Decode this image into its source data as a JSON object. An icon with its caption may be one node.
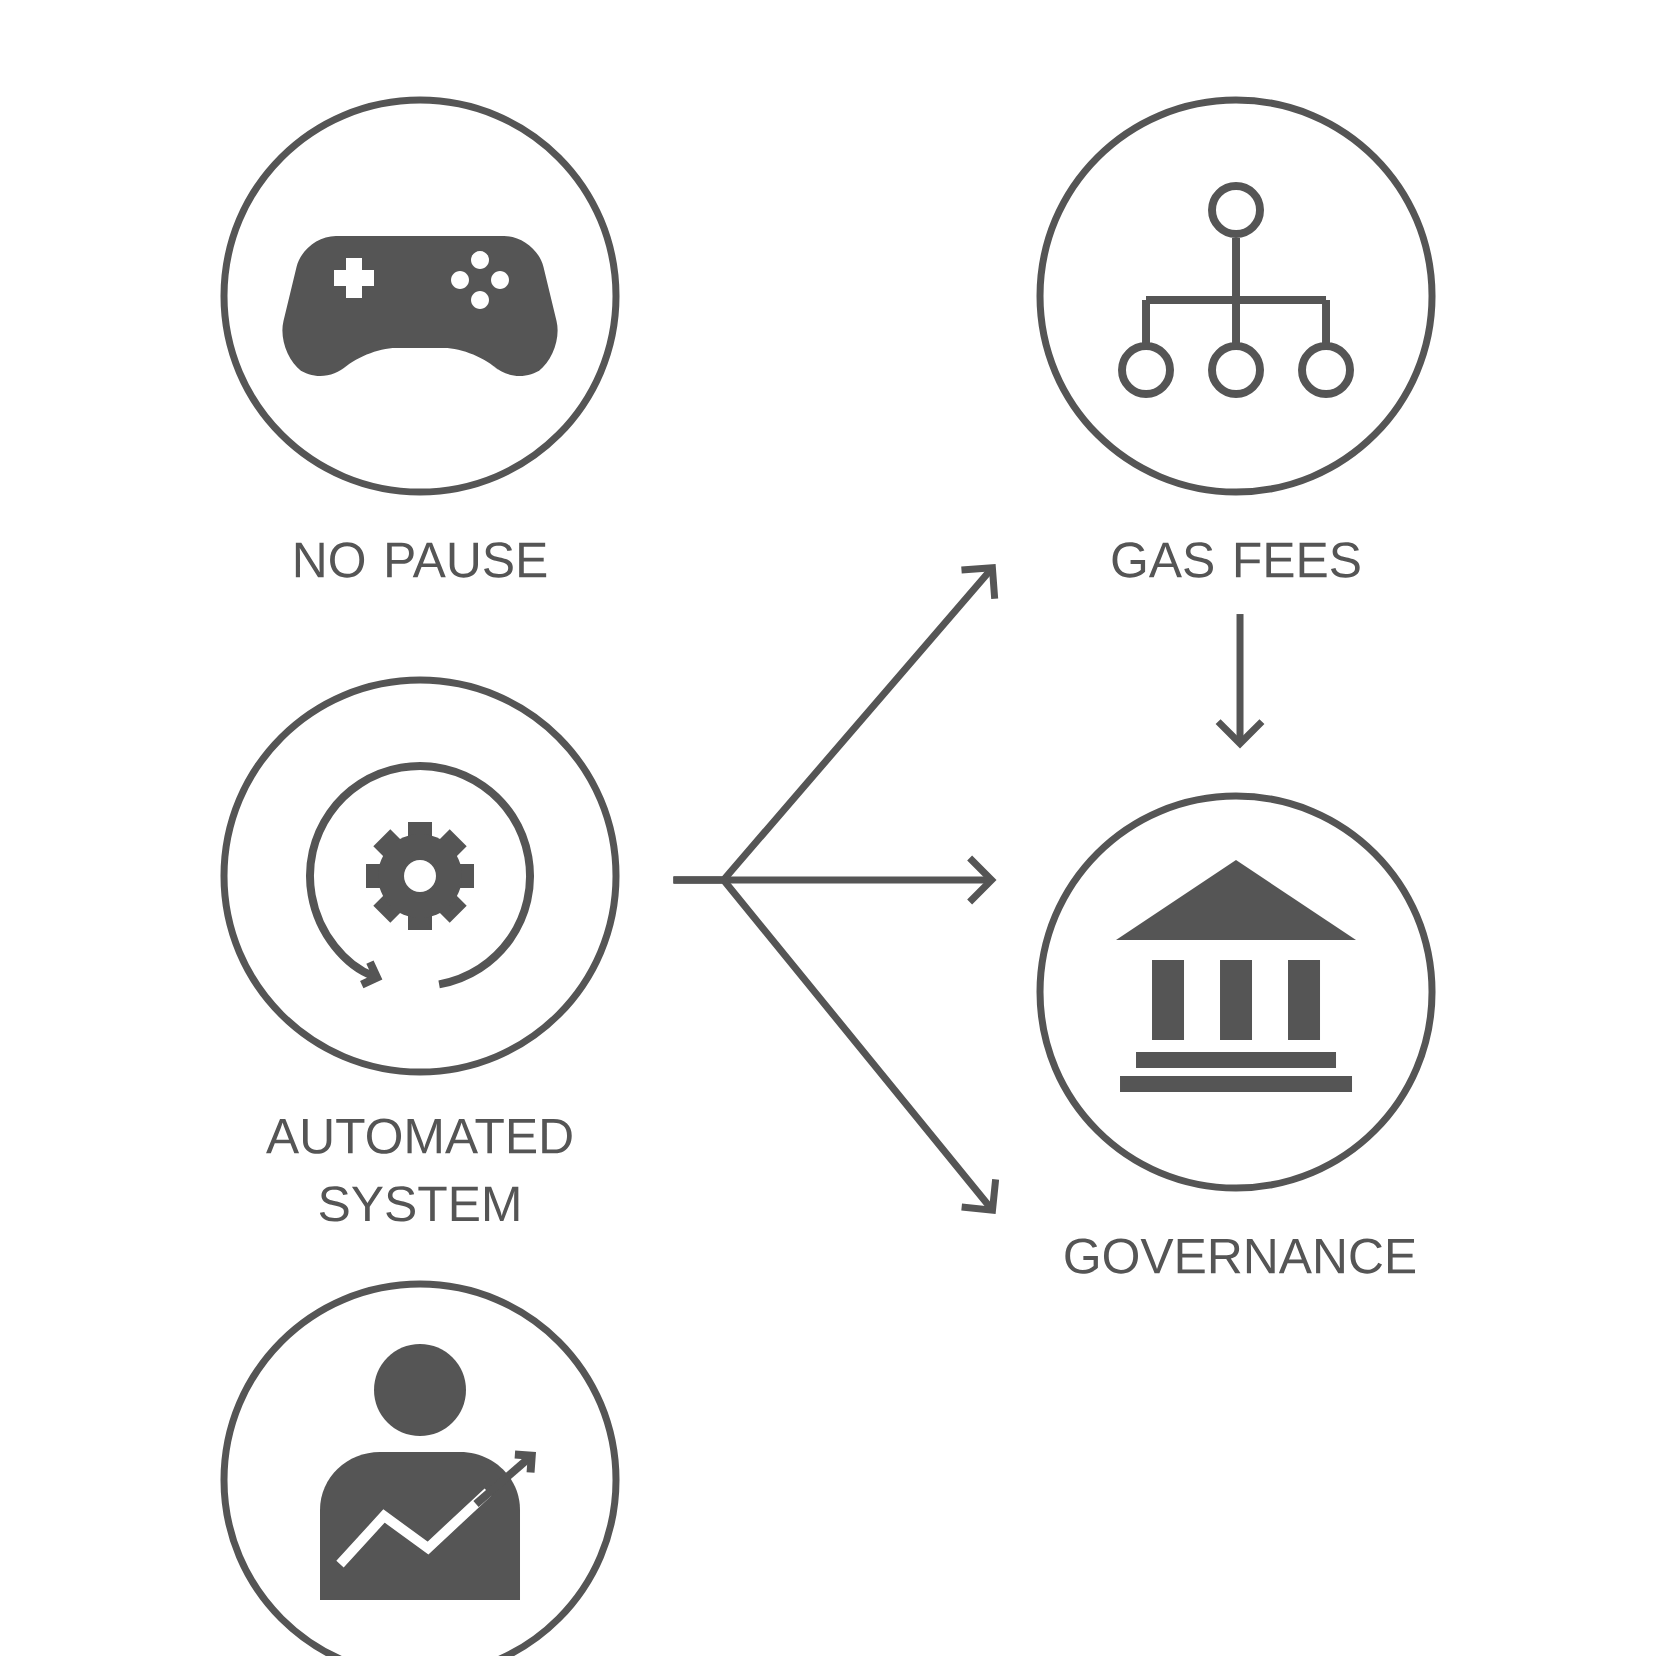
{
  "diagram": {
    "nodes": [
      {
        "text": [
          "NO PAUSE"
        ]
      },
      {
        "text": [
          "GAS FEES"
        ]
      },
      {
        "text": [
          "AUTOMATED SYSTEM"
        ]
      },
      {
        "text": [
          "GOVERNANCE"
        ]
      },
      {
        "text": [],
        "shape": "circle"
      }
    ],
    "edges": [
      {
        "from": 2,
        "to": 1,
        "arrow": "to"
      },
      {
        "from": 2,
        "to": 3,
        "arrow": "to"
      },
      {
        "from": 2,
        "to": 3,
        "arrow": "to"
      },
      {
        "from": 1,
        "to": 3,
        "arrow": "to"
      }
    ]
  }
}
